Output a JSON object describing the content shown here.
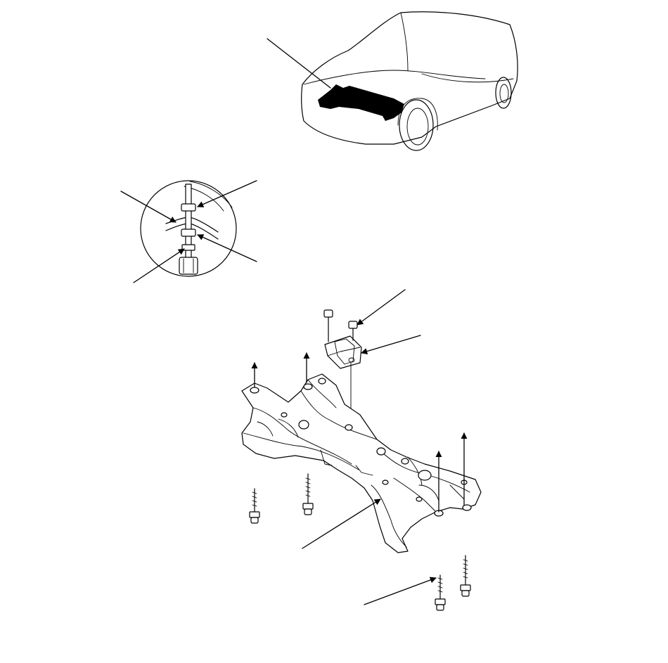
{
  "figure": {
    "ink_color": "#000000",
    "background_color": "#ffffff",
    "panels": [
      "vehicle-locator",
      "bushing-detail",
      "subframe-assembly"
    ],
    "callout_count": 8,
    "icons": [
      "vehicle-outline",
      "subframe-highlight",
      "bolt",
      "mount-bracket",
      "arrow-up"
    ]
  }
}
